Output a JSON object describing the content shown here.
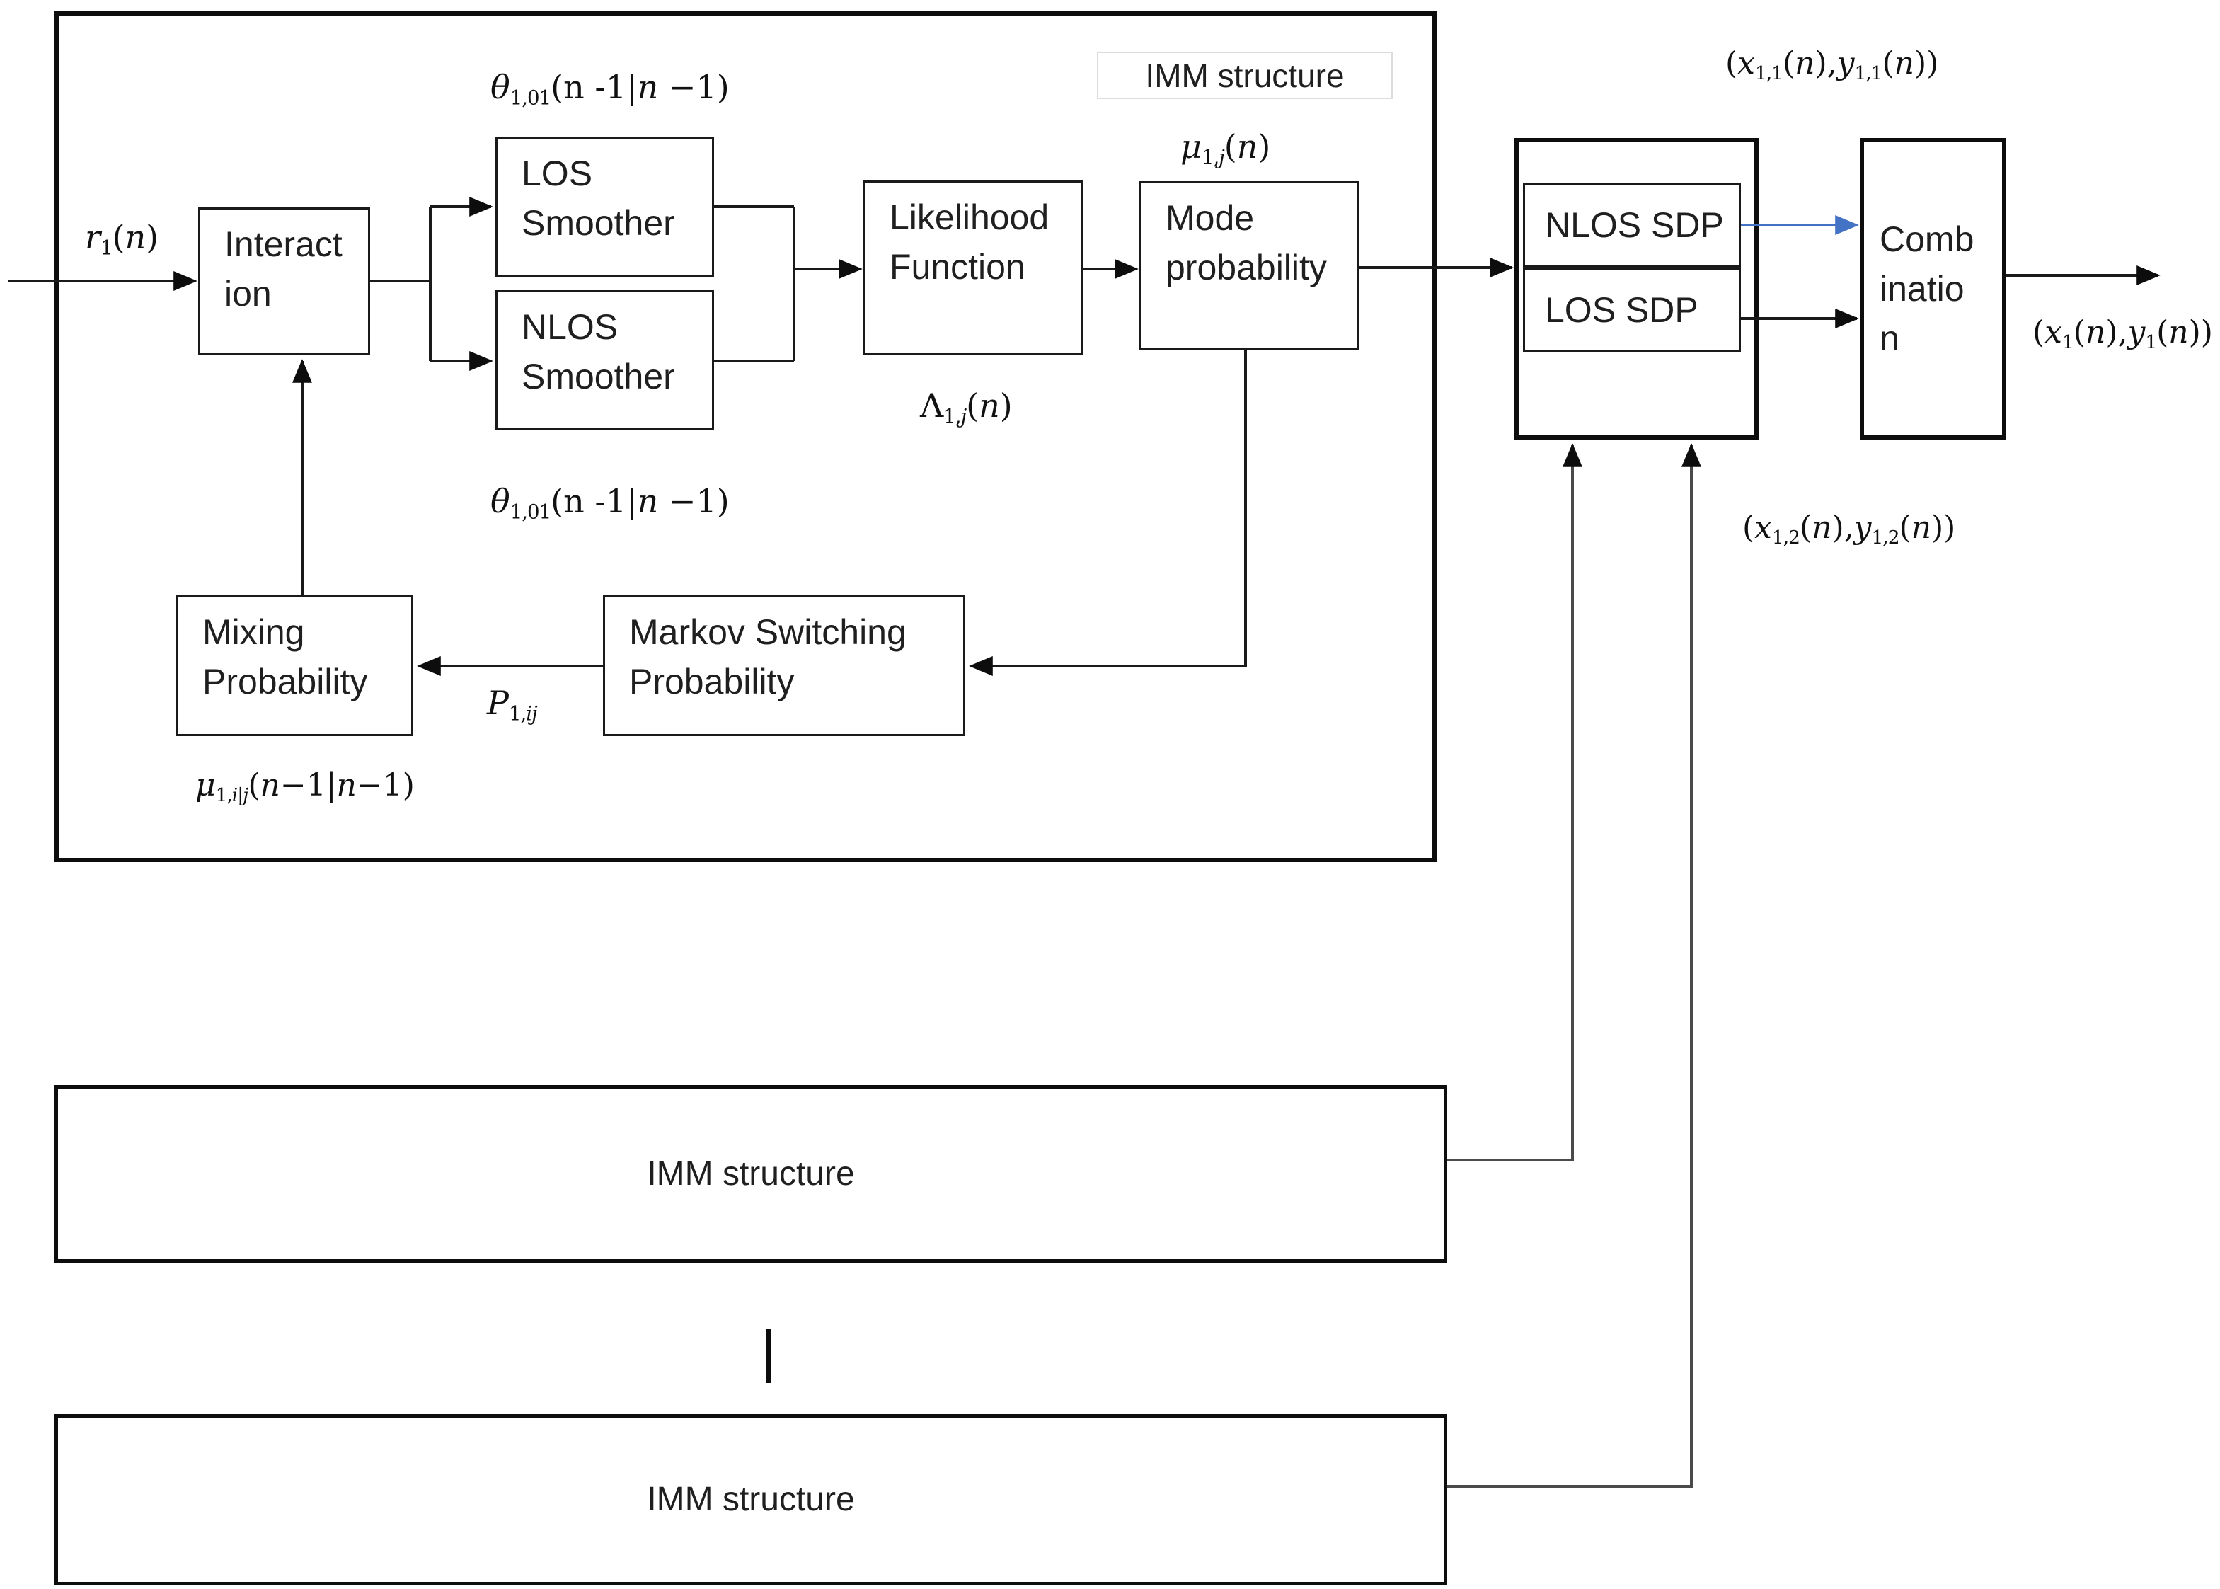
{
  "diagram_type": "block-diagram",
  "colors": {
    "background": "#ffffff",
    "line": "#1a1a1a",
    "blue_arrow": "#4472c4",
    "riser_line": "#4a4a4a",
    "label_frame_border": "#dcdcdc"
  },
  "blocks": {
    "interaction": "Interact\nion",
    "los_smoother": "LOS\nSmoother",
    "nlos_smoother": "NLOS\nSmoother",
    "likelihood": "Likelihood\nFunction",
    "mode_probability": "Mode\nprobability",
    "mixing_probability": "Mixing\nProbability",
    "markov_switching": "Markov Switching\nProbability",
    "nlos_sdp": "NLOS SDP",
    "los_sdp": "LOS SDP",
    "combination": "Comb\ninatio\nn",
    "imm_structure_label": "IMM structure",
    "imm_structure_2": "IMM structure",
    "imm_structure_3": "IMM structure"
  },
  "math_labels": {
    "input_signal": "<i>r</i><sub>1</sub>(<i>n</i>)",
    "theta_top": "<i>θ</i><sub>1,01</sub>(n -1|<i>n</i> −1)",
    "theta_bottom": "<i>θ</i><sub>1,01</sub>(n -1|<i>n</i> −1)",
    "mu_mode": "<i>μ</i><sub>1,<i>j</i></sub>(<i>n</i>)",
    "lambda": "Λ<sub>1,<i>j</i></sub>(<i>n</i>)",
    "p_transition": "<i>P</i><sub>1,<i>ij</i></sub>",
    "mu_mixing": "<i>μ</i><sub>1,<i>i</i>|<i>j</i></sub>(<i>n</i>−1|<i>n</i>−1)",
    "xy_11": "(<i>x</i><sub>1,1</sub>(<i>n</i>),<i>y</i><sub>1,1</sub>(<i>n</i>))",
    "xy_12": "(<i>x</i><sub>1,2</sub>(<i>n</i>),<i>y</i><sub>1,2</sub>(<i>n</i>))",
    "xy_1": "(<i>x</i><sub>1</sub>(<i>n</i>),<i>y</i><sub>1</sub>(<i>n</i>))"
  }
}
